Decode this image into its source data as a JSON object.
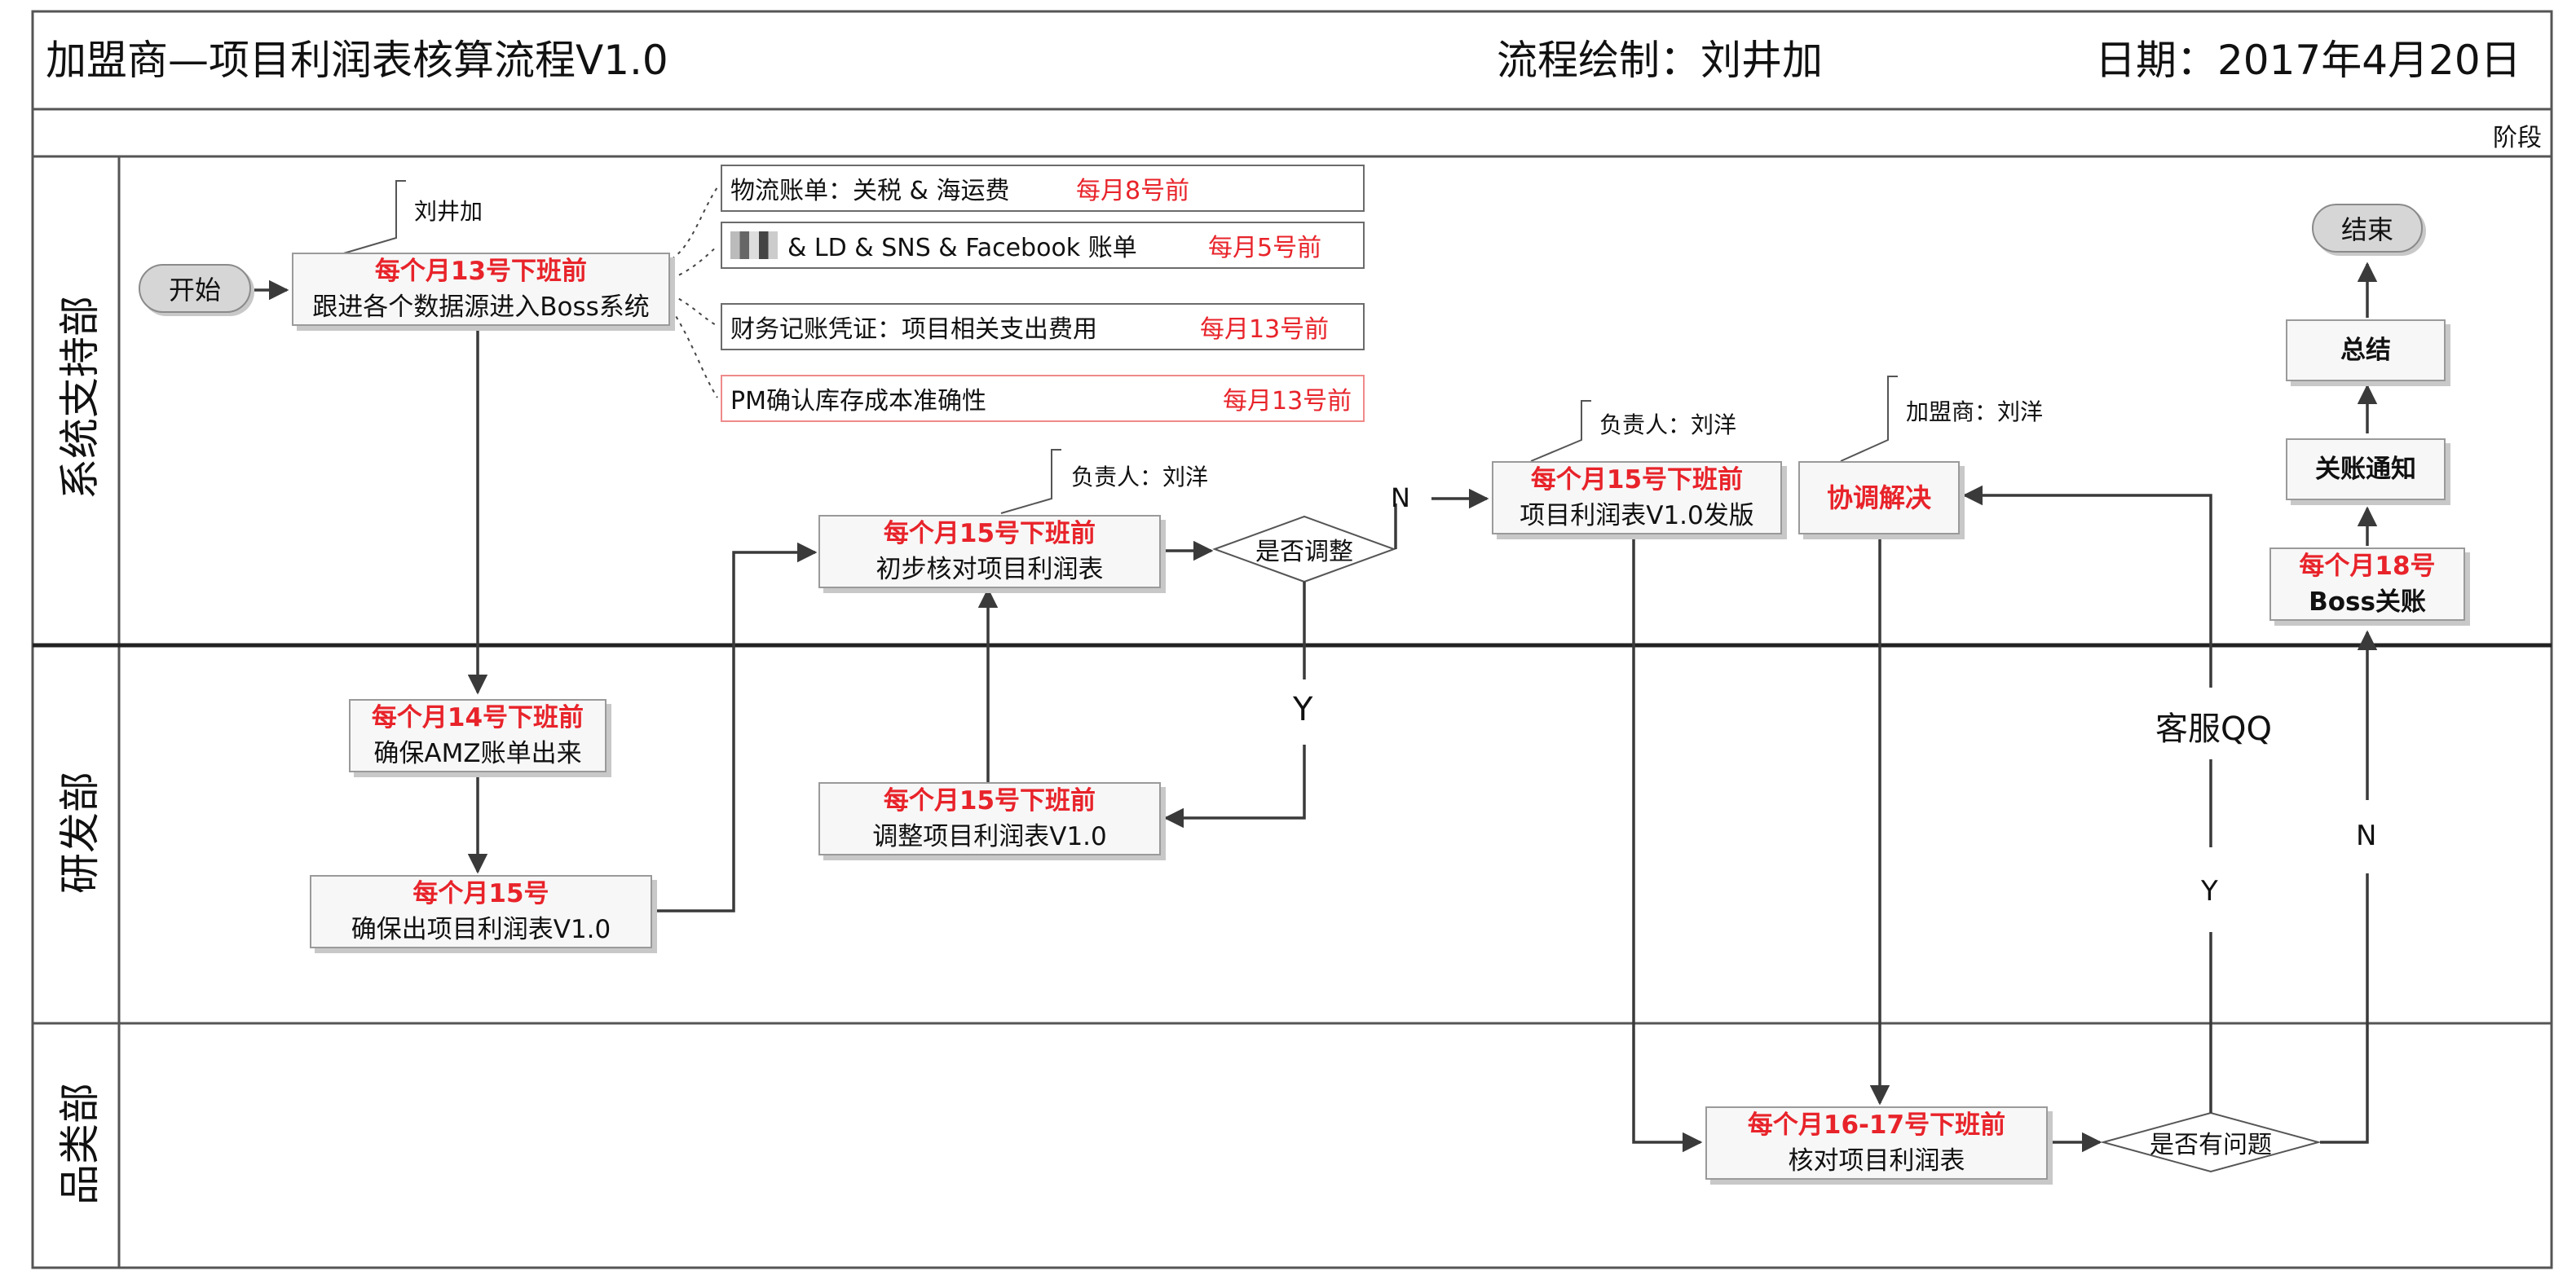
{
  "header": {
    "title": "加盟商—项目利润表核算流程V1.0",
    "drawn_by": "流程绘制：刘井加",
    "date": "日期：2017年4月20日",
    "phase": "阶段"
  },
  "lanes": [
    "系统支持部",
    "研发部",
    "品类部"
  ],
  "start_label": "开始",
  "end_label": "结束",
  "owner_notes": {
    "n1": "刘井加",
    "n2": "负责人：刘洋",
    "n3": "负责人：刘洋",
    "n4": "加盟商：刘洋"
  },
  "boxes": {
    "b1": {
      "red": "每个月13号下班前",
      "black": "跟进各个数据源进入Boss系统"
    },
    "b2": {
      "red": "每个月14号下班前",
      "black": "确保AMZ账单出来"
    },
    "b3": {
      "red": "每个月15号",
      "black": "确保出项目利润表V1.0"
    },
    "b4": {
      "red": "每个月15号下班前",
      "black": "初步核对项目利润表"
    },
    "b5": {
      "red": "每个月15号下班前",
      "black": "调整项目利润表V1.0"
    },
    "b6": {
      "red": "每个月15号下班前",
      "black": "项目利润表V1.0发版"
    },
    "b7": {
      "red": "协调解决"
    },
    "b8": {
      "red": "每个月16-17号下班前",
      "black": "核对项目利润表"
    },
    "b9": {
      "red": "每个月18号",
      "black": "Boss关账"
    },
    "b10": {
      "black": "关账通知"
    },
    "b11": {
      "black": "总结"
    }
  },
  "data_sources": [
    {
      "text": "物流账单：关税  & 海运费",
      "deadline": "每月8号前"
    },
    {
      "text": "& LD & SNS & Facebook 账单",
      "deadline": "每月5号前"
    },
    {
      "text": "财务记账凭证：项目相关支出费用",
      "deadline": "每月13号前"
    },
    {
      "text": "PM确认库存成本准确性",
      "deadline": "每月13号前"
    }
  ],
  "decisions": {
    "d1": "是否调整",
    "d2": "是否有问题"
  },
  "edge_labels": {
    "n_adjust": "N",
    "y_adjust": "Y",
    "qq": "客服QQ",
    "y_problem": "Y",
    "n_problem": "N"
  },
  "colors": {
    "accent_red": "#e8232a",
    "box_fill": "#f7f7f7",
    "box_border": "#9a9a9a",
    "line": "#3a3a3a"
  }
}
